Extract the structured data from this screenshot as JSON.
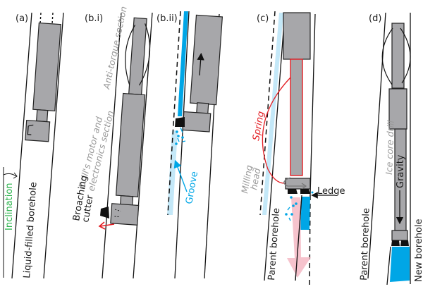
{
  "panels": {
    "a": {
      "label": "(a)",
      "borehole_label": "Liquid-filled borehole",
      "inclination_label": "Inclination"
    },
    "b_i": {
      "label": "(b.i)",
      "anti_torque_label": "Anti-torque section",
      "motor_label_line1": "Drill's motor and",
      "motor_label_line2": "electronics section",
      "cutter_label_line1": "Broaching",
      "cutter_label_line2": "cutter"
    },
    "b_ii": {
      "label": "(b.ii)",
      "groove_label": "Groove"
    },
    "c": {
      "label": "(c)",
      "spring_label": "Spring",
      "milling_label_line1": "Milling",
      "milling_label_line2": "head",
      "ledge_label": "Ledge",
      "parent_label": "Parent  borehole"
    },
    "d": {
      "label": "(d)",
      "drill_label": "Ice core drill",
      "gravity_label": "Gravity",
      "parent_label": "Parent  borehole",
      "new_label": "New borehole"
    }
  },
  "colors": {
    "inclination": "#2bb24c",
    "groove_blue": "#00a6e6",
    "light_blue": "#c4e8f8",
    "spring_red": "#e31e24",
    "arrow_pink": "#f5b8c4",
    "drill_gray": "#a7a7aa"
  }
}
